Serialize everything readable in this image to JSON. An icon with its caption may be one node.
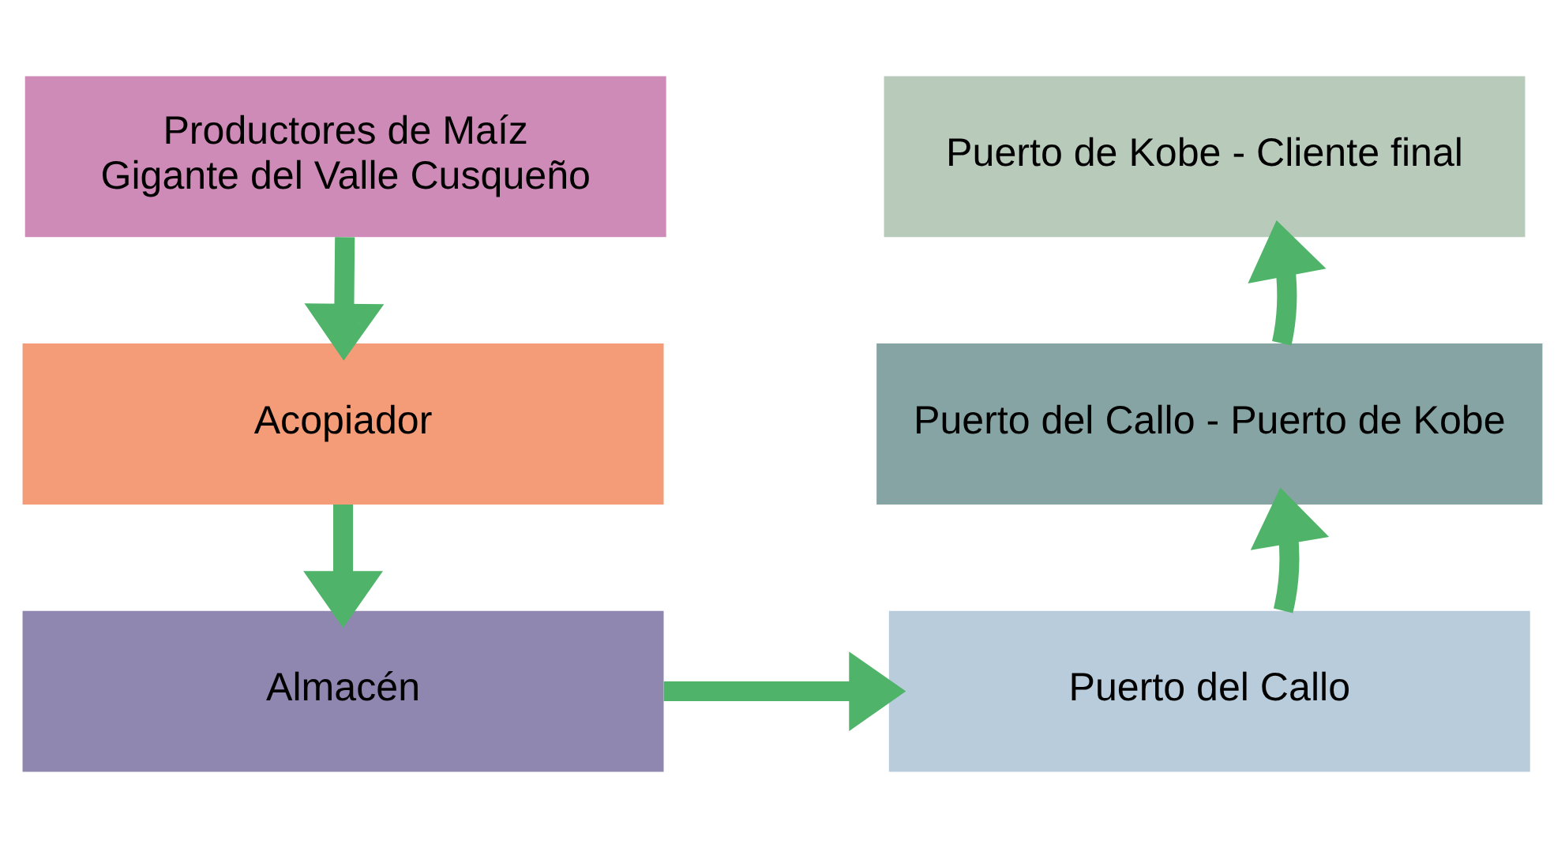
{
  "diagram": {
    "nodes": [
      {
        "text": [
          "Productores de Maíz Gigante del Valle Cusqueño"
        ]
      },
      {
        "text": [
          "Acopiador"
        ]
      },
      {
        "text": [
          "Almacén"
        ]
      },
      {
        "text": [
          "Puerto del Callo"
        ]
      },
      {
        "text": [
          "Puerto del Callo - Puerto de Kobe"
        ]
      },
      {
        "text": [
          "Puerto de Kobe - Cliente final"
        ]
      }
    ],
    "edges": [
      {
        "from": 0,
        "to": 1,
        "arrow": "to"
      },
      {
        "from": 1,
        "to": 2,
        "arrow": "to"
      },
      {
        "from": 2,
        "to": 3,
        "arrow": "to"
      },
      {
        "from": 3,
        "to": 4,
        "arrow": "to"
      },
      {
        "from": 4,
        "to": 5,
        "arrow": "to"
      }
    ]
  }
}
